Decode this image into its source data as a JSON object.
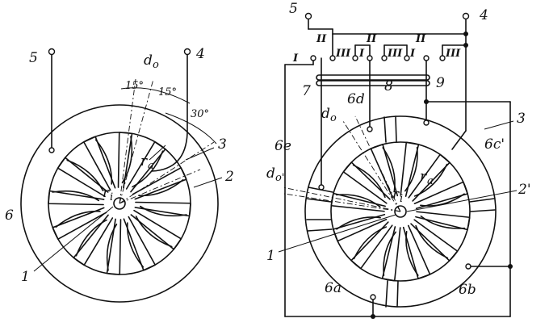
{
  "left_figure": {
    "labels": {
      "terminal_5": "5",
      "terminal_4": "4",
      "gap_do": "d",
      "gap_do_sub": "o",
      "angle_15a": "15°",
      "angle_15b": "15°",
      "angle_30": "30°",
      "ref_3": "3",
      "ref_2": "2",
      "ref_6": "6",
      "ref_1": "1",
      "radius_ra": "r",
      "radius_ra_sub": "a",
      "radius_ri": "r",
      "radius_ri_sub": "i"
    }
  },
  "right_figure": {
    "labels": {
      "terminal_5": "5",
      "terminal_4": "4",
      "roman_I_left": "I",
      "roman_II_a": "II",
      "roman_III_a": "III",
      "roman_I_b": "I",
      "roman_II_b": "II",
      "roman_III_b": "III",
      "roman_I_c": "I",
      "roman_II_c": "II",
      "roman_III_c": "III",
      "ref_7": "7",
      "ref_8": "8",
      "ref_9": "9",
      "ref_3": "3",
      "ref_6d": "6d",
      "ref_6e": "6e",
      "ref_6c": "6c'",
      "ref_2p": "2'",
      "ref_1": "1",
      "ref_6a": "6a",
      "ref_6b": "6b",
      "gap_do": "d",
      "gap_do_sub": "o",
      "gap_dop": "d",
      "gap_dop_sub": "o'",
      "radius_ra": "r",
      "radius_ra_sub": "a",
      "radius_ri": "r",
      "radius_ri_sub": "i"
    }
  }
}
